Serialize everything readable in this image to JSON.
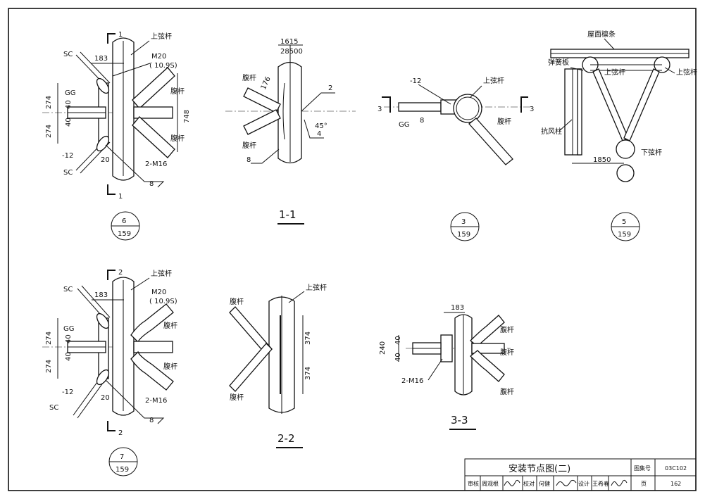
{
  "labels": {
    "top_chord": "上弦杆",
    "web_member": "腹杆",
    "bottom_chord": "下弦杆",
    "roof_purlin": "屋面檩条",
    "spring_plate": "弹簧板",
    "wind_column": "抗风柱",
    "sc": "SC",
    "gg": "GG",
    "plate_12": "-12",
    "m20": "M20",
    "m20_grade": "( 10.9S)",
    "m16": "2-M16",
    "weld_8": "8",
    "weld_2": "2",
    "weld_4": "4",
    "angle_45": "45°",
    "section_1": "1",
    "section_2": "2",
    "section_3": "3"
  },
  "dims": {
    "d183": "183",
    "d274": "274",
    "d40": "40",
    "d20": "20",
    "d748": "748",
    "d1615": "1615",
    "d28500": "28500",
    "d176": "176",
    "d374": "374",
    "d240": "240",
    "d1850": "1850"
  },
  "details": {
    "d6": {
      "num": "6",
      "sheet": "159"
    },
    "d3": {
      "num": "3",
      "sheet": "159"
    },
    "d5": {
      "num": "5",
      "sheet": "159"
    },
    "d7": {
      "num": "7",
      "sheet": "159"
    }
  },
  "sections": {
    "s11": "1-1",
    "s22": "2-2",
    "s33": "3-3"
  },
  "title_block": {
    "title": "安装节点图(二)",
    "atlas_label": "图集号",
    "atlas_no": "03C102",
    "page_label": "页",
    "page_no": "162",
    "review_label": "审核",
    "reviewer": "周观根",
    "check_label": "校对",
    "checker": "何健",
    "design_label": "设计",
    "designer": "王希春"
  }
}
